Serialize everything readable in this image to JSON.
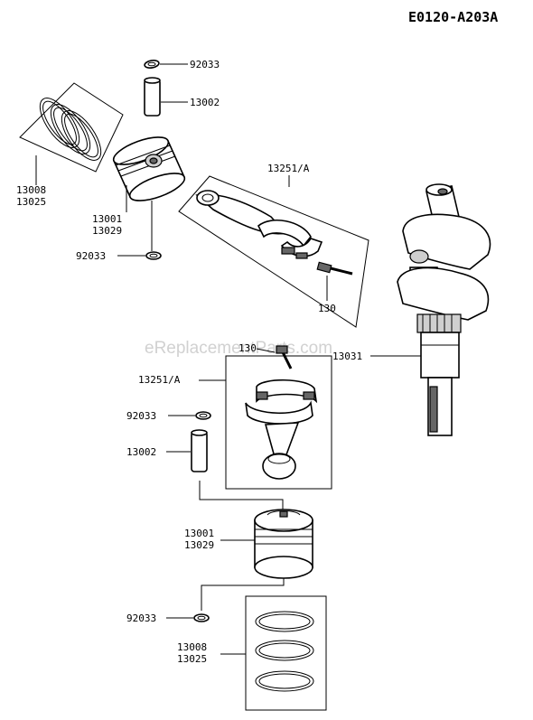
{
  "diagram_code": "E0120-A203A",
  "watermark": "eReplacementParts.com",
  "labels": {
    "clip_top": "92033",
    "pin_top": "13002",
    "rings_top_a": "13008",
    "rings_top_b": "13025",
    "piston_top_a": "13001",
    "piston_top_b": "13029",
    "clip_top_lower": "92033",
    "rod_box_top": "13251/A",
    "bolt_top": "130",
    "crankshaft": "13031",
    "bolt_mid": "130",
    "rod_box_mid": "13251/A",
    "clip_mid": "92033",
    "pin_mid": "13002",
    "piston_bot_a": "13001",
    "piston_bot_b": "13029",
    "clip_bot": "92033",
    "rings_bot_a": "13008",
    "rings_bot_b": "13025"
  }
}
